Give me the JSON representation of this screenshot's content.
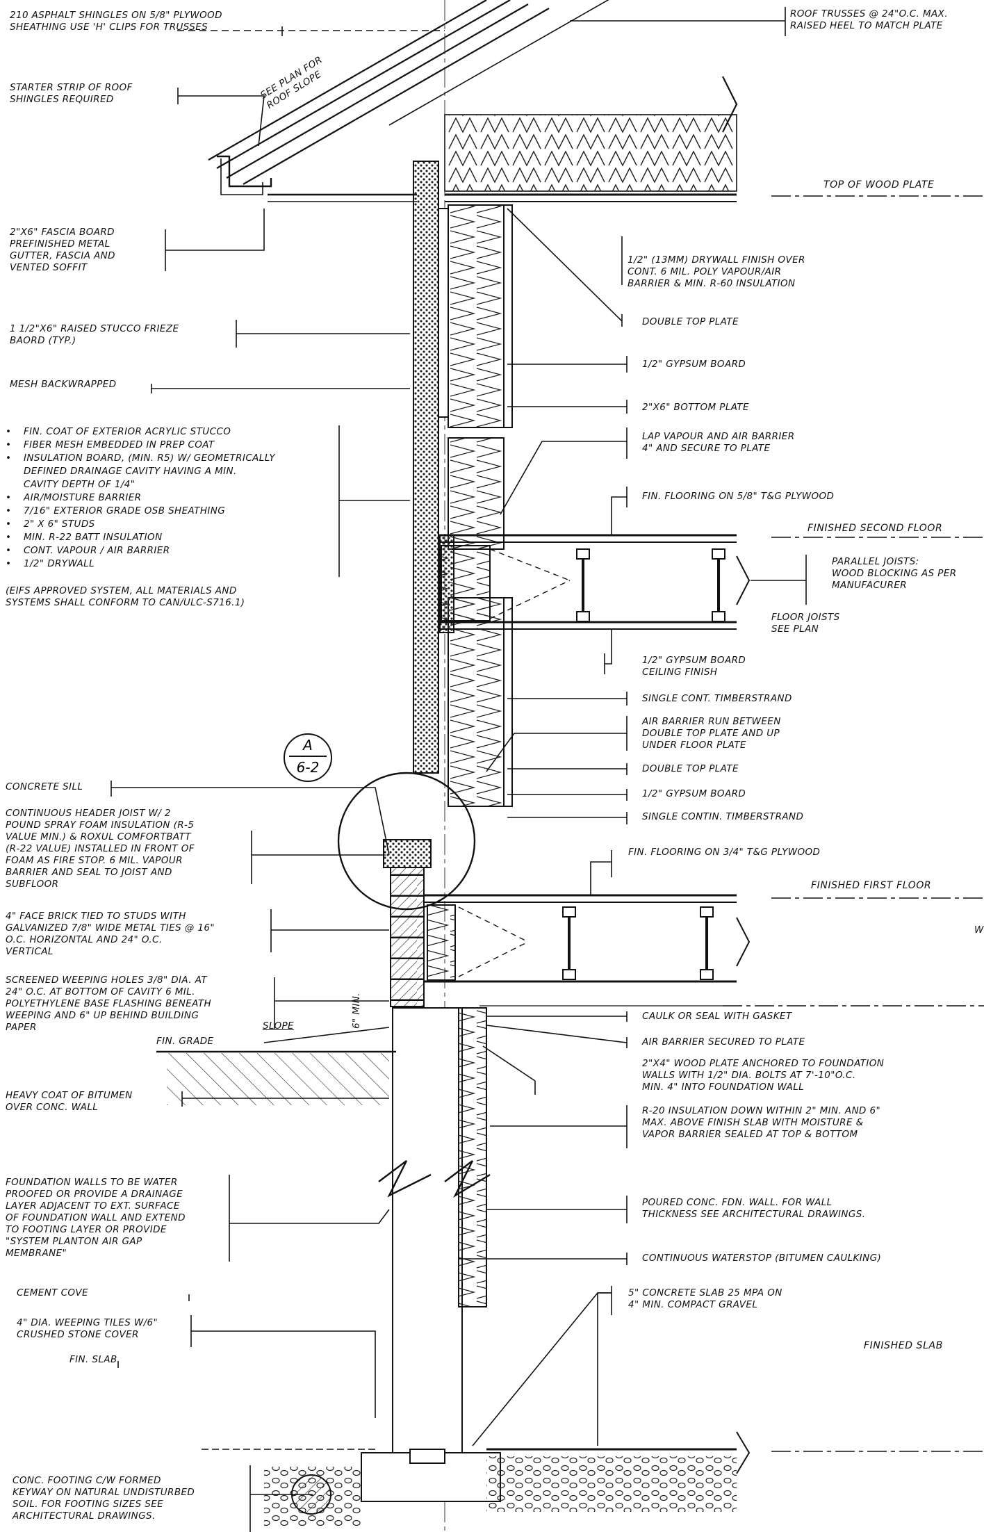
{
  "notes_left": {
    "shingles": "210 ASPHALT SHINGLES ON 5/8\" PLYWOOD\nSHEATHING USE 'H' CLIPS FOR TRUSSES",
    "starter": "STARTER STRIP OF ROOF\nSHINGLES REQUIRED",
    "roof_slope": "SEE PLAN FOR\nROOF SLOPE",
    "fascia": "2\"X6\" FASCIA BOARD\nPREFINISHED METAL\nGUTTER, FASCIA AND\nVENTED SOFFIT",
    "frieze": "1 1/2\"X6\" RAISED STUCCO FRIEZE\nBAORD (TYP.)",
    "mesh": "MESH BACKWRAPPED",
    "wall_layers": [
      "FIN. COAT OF EXTERIOR ACRYLIC STUCCO",
      "FIBER MESH EMBEDDED IN PREP COAT",
      "INSULATION BOARD, (MIN. R5) W/ GEOMETRICALLY\nDEFINED DRAINAGE CAVITY HAVING A MIN.\nCAVITY DEPTH OF 1/4\"",
      "AIR/MOISTURE BARRIER",
      "7/16\" EXTERIOR GRADE OSB SHEATHING",
      "2\" X 6\" STUDS",
      "MIN. R-22 BATT INSULATION",
      "CONT. VAPOUR / AIR BARRIER",
      "1/2\" DRYWALL"
    ],
    "eifs": "(EIFS APPROVED SYSTEM, ALL MATERIALS AND\nSYSTEMS SHALL CONFORM TO CAN/ULC-S716.1)",
    "sill": "CONCRETE SILL",
    "header": "CONTINUOUS HEADER JOIST W/ 2\nPOUND SPRAY FOAM INSULATION (R-5\nVALUE MIN.) & ROXUL COMFORTBATT\n(R-22 VALUE) INSTALLED IN FRONT OF\nFOAM AS FIRE STOP. 6 MIL. VAPOUR\nBARRIER AND SEAL TO JOIST AND\nSUBFLOOR",
    "brick": "4\" FACE BRICK TIED TO STUDS WITH\nGALVANIZED 7/8\" WIDE METAL TIES @ 16\"\no.c. HORIZONTAL AND 24\" o.c.\nVERTICAL",
    "weep": "SCREENED WEEPING HOLES 3/8\" DIA. AT\n24\" o.c. AT BOTTOM OF CAVITY 6 MIL.\nPOLYETHYLENE BASE FLASHING BENEATH\nWEEPING AND 6\" UP BEHIND BUILDING\nPAPER",
    "slope": "SLOPE",
    "six_min": "6\" MIN.",
    "fin_grade": "FIN. GRADE",
    "bitumen": "HEAVY COAT OF BITUMEN\nOVER CONC. WALL",
    "foundation": "FOUNDATION WALLS TO BE WATER\nPROOFED OR PROVIDE A DRAINAGE\nLAYER ADJACENT TO EXT. SURFACE\nOF FOUNDATION WALL AND EXTEND\nTO FOOTING LAYER OR PROVIDE\n\"SYSTEM PLANTON AIR GAP\nMEMBRANE\"",
    "cove": "CEMENT COVE",
    "tiles": "4\" DIA. WEEPING TILES W/6\"\nCRUSHED STONE COVER",
    "fin_slab": "FIN. SLAB",
    "footing": "CONC. FOOTING C/W FORMED\nKEYWAY ON NATURAL UNDISTURBED\nSOIL. FOR FOOTING SIZES SEE\nARCHITECTURAL DRAWINGS."
  },
  "notes_right": {
    "trusses": "ROOF TRUSSES @ 24\"o.c. MAX.\nRAISED HEEL TO MATCH PLATE",
    "drywall": "1/2\" (13mm) DRYWALL FINISH OVER\nCONT. 6 MIL. POLY VAPOUR/AIR\nBARRIER & MIN. R-60 INSULATION",
    "double_top_1": "DOUBLE TOP PLATE",
    "gypsum_1": "1/2\" GYPSUM BOARD",
    "bottom_plate": "2\"x6\" BOTTOM PLATE",
    "lap": "LAP VAPOUR AND AIR BARRIER\n4\" AND SECURE TO PLATE",
    "flooring_2": "FIN. FLOORING ON 5/8\" T&G PLYWOOD",
    "parallel": "PARALLEL JOISTS:\nWOOD BLOCKING AS PER\nMANUFACURER",
    "floor_joists": "FLOOR JOISTS\nSEE PLAN",
    "ceiling": "1/2\" GYPSUM BOARD\nCEILING FINISH",
    "timber_1": "SINGLE CONT. TIMBERSTRAND",
    "air_run": "AIR BARRIER RUN BETWEEN\nDOUBLE TOP PLATE AND UP\nUNDER FLOOR PLATE",
    "double_top_2": "DOUBLE TOP PLATE",
    "gypsum_2": "1/2\" GYPSUM BOARD",
    "timber_2": "SINGLE CONTIN. TIMBERSTRAND",
    "flooring_1": "FIN. FLOORING ON 3/4\" T&G PLYWOOD",
    "caulk": "CAULK OR SEAL WITH GASKET",
    "air_plate": "AIR BARRIER SECURED TO PLATE",
    "anchor": "2\"x4\" WOOD PLATE ANCHORED TO FOUNDATION\nWALLS WITH 1/2\" DIA. BOLTS AT 7'-10\"o.c.\nMIN. 4\" INTO FOUNDATION WALL",
    "r20": "R-20 INSULATION DOWN WITHIN 2\" MIN. AND 6\"\nMAX. ABOVE FINISH SLAB WITH MOISTURE &\nVAPOR BARRIER SEALED AT TOP & BOTTOM",
    "poured": "POURED CONC. FDN. WALL.  FOR WALL\nTHICKNESS SEE ARCHITECTURAL DRAWINGS.",
    "waterstop": "CONTINUOUS WATERSTOP (BITUMEN CAULKING)",
    "slab": "5\" CONCRETE SLAB 25 MPa ON\n4\" MIN. COMPACT GRAVEL",
    "w_edge": "W"
  },
  "levels": {
    "top_plate": "TOP OF WOOD PLATE",
    "second_floor": "FINISHED SECOND FLOOR",
    "first_floor": "FINISHED FIRST FLOOR",
    "finished_slab": "FINISHED SLAB"
  },
  "detail_callout": {
    "letter": "A",
    "sheet": "6-2"
  }
}
